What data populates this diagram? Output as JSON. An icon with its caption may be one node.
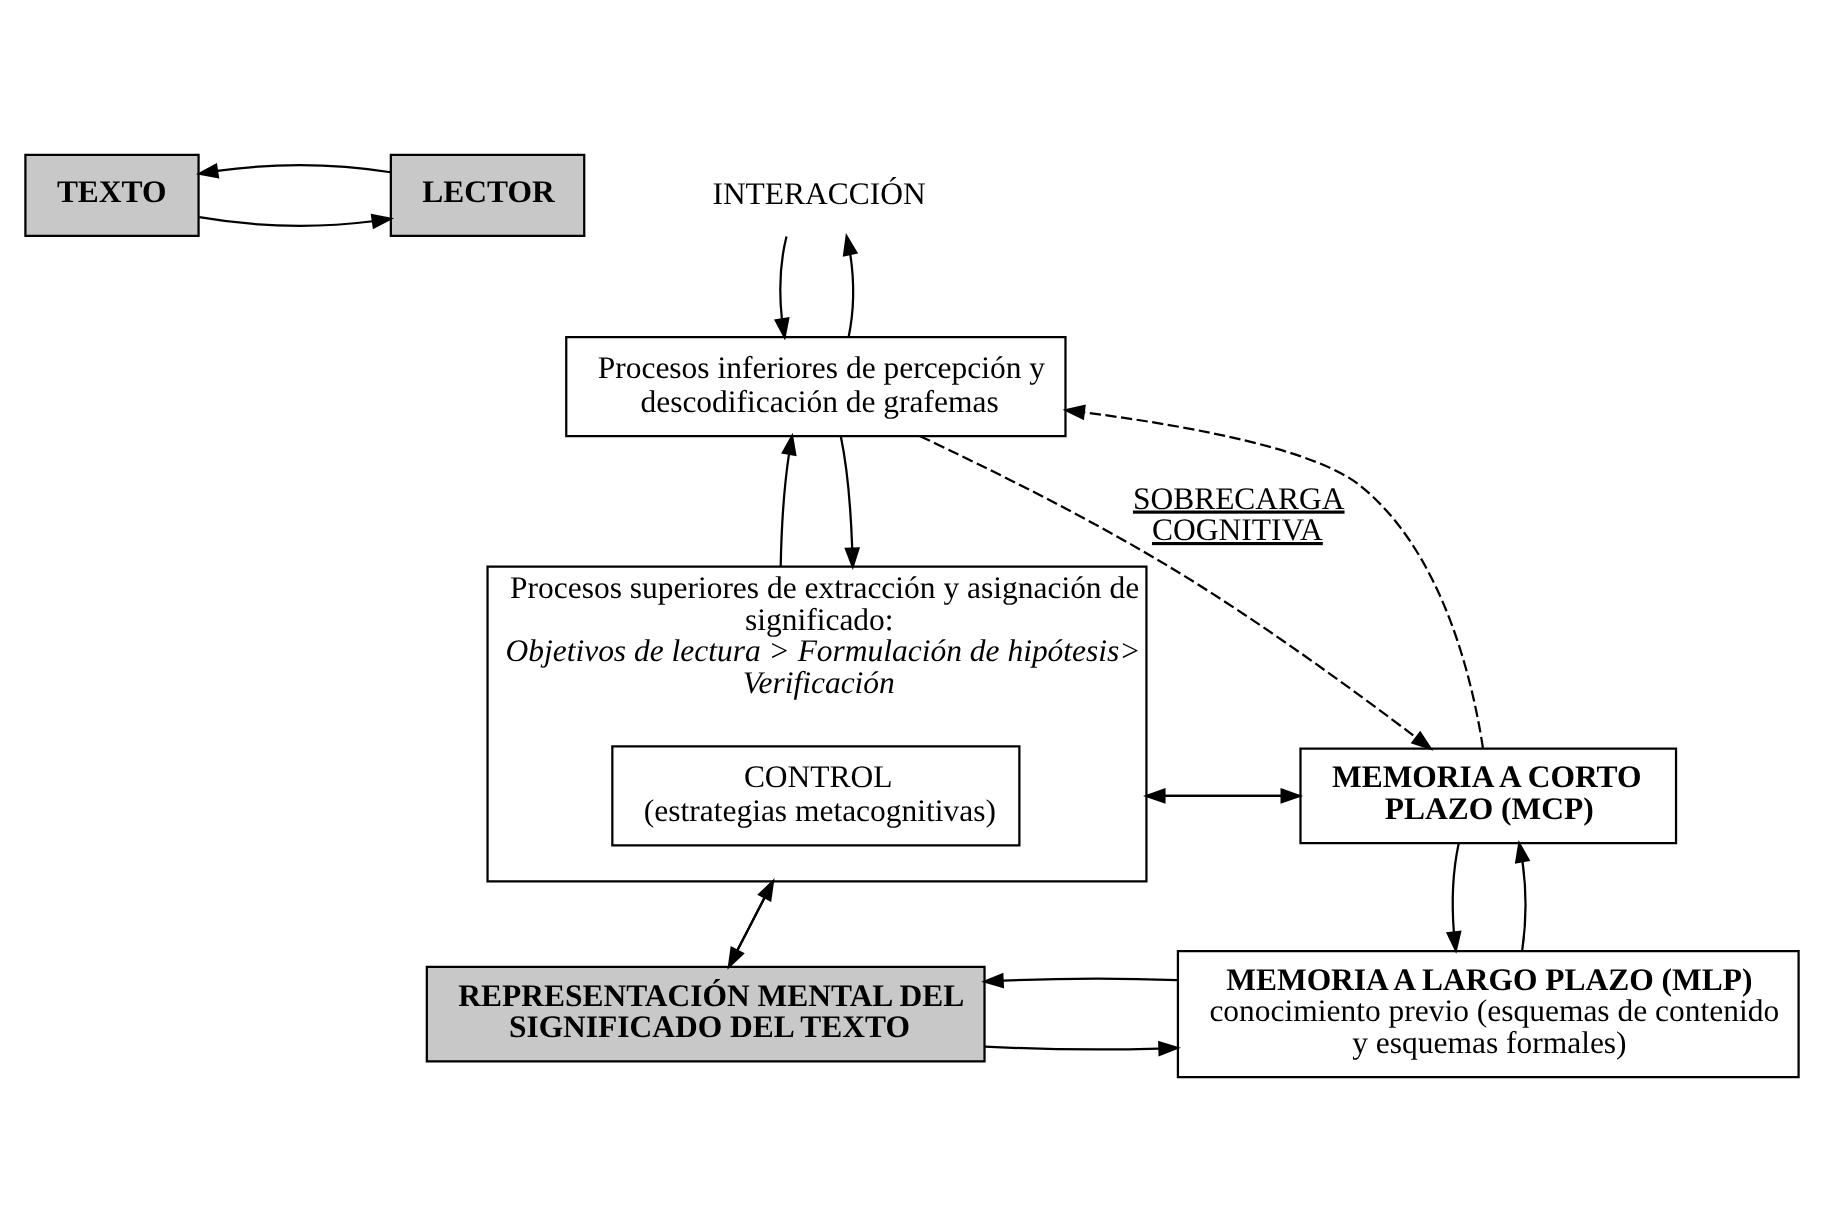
{
  "diagram": {
    "nodes": [
      {
        "text": [
          "TEXTO"
        ]
      },
      {
        "text": [
          "INTERACCIÓN"
        ]
      },
      {
        "text": [
          "LECTOR"
        ]
      },
      {
        "text": [
          "Procesos inferiores de percepción y descodificación de grafemas"
        ]
      },
      {
        "text": [
          "Procesos superiores de extracción y asignación de significado:",
          "Objetivos de lectura > Formulación de hipótesis> Verificación"
        ]
      },
      {
        "text": [
          "CONTROL",
          "(estrategias metacognitivas)"
        ],
        "in": 4
      },
      {
        "text": [
          "MEMORIA A CORTO PLAZO (MCP)"
        ]
      },
      {
        "text": [
          "REPRESENTACIÓN MENTAL DEL SIGNIFICADO DEL TEXTO"
        ]
      },
      {
        "text": [
          "MEMORIA A LARGO PLAZO (MLP)",
          "conocimiento previo (esquemas de contenido y esquemas formales)"
        ]
      }
    ],
    "edges": [
      {
        "from": 0,
        "to": 2,
        "arrow": "to"
      },
      {
        "from": 2,
        "to": 0,
        "arrow": "to"
      },
      {
        "from": 3,
        "to": 1,
        "arrow": "to"
      },
      {
        "from": 1,
        "to": 3,
        "arrow": "to"
      },
      {
        "from": 4,
        "to": 3,
        "arrow": "to"
      },
      {
        "from": 3,
        "to": 4,
        "arrow": "to"
      },
      {
        "from": 3,
        "to": 6,
        "arrow": "to",
        "style": "dashed",
        "label": "SOBRECARGA COGNITIVA"
      },
      {
        "from": 6,
        "to": 3,
        "arrow": "to",
        "style": "dashed"
      },
      {
        "from": 4,
        "to": 6,
        "arrow": "to"
      },
      {
        "from": 6,
        "to": 4,
        "arrow": "to"
      },
      {
        "from": 6,
        "to": 8,
        "arrow": "to"
      },
      {
        "from": 8,
        "to": 6,
        "arrow": "to"
      },
      {
        "from": 4,
        "to": 7,
        "arrow": "to"
      },
      {
        "from": 7,
        "to": 4,
        "arrow": "to"
      },
      {
        "from": 7,
        "to": 8,
        "arrow": "to"
      },
      {
        "from": 8,
        "to": 7,
        "arrow": "to"
      }
    ]
  }
}
